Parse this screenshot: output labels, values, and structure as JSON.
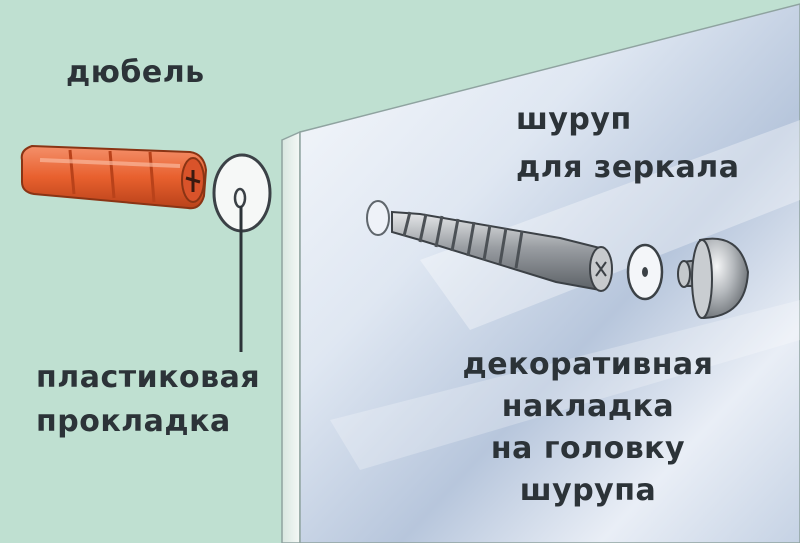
{
  "labels": {
    "dowel": "дюбель",
    "screw": [
      "шуруп",
      "для зеркала"
    ],
    "washer": [
      "пластиковая",
      "прокладка"
    ],
    "cap": [
      "декоративная",
      "накладка",
      "на головку",
      "шурупа"
    ]
  },
  "colors": {
    "background": "#bfe0d1",
    "dowel": "#e8602e",
    "mirror_light": "#f3f6fb",
    "mirror_shadow": "#9fb2cd",
    "metal": "#a9acb0",
    "text": "#2c3338"
  }
}
